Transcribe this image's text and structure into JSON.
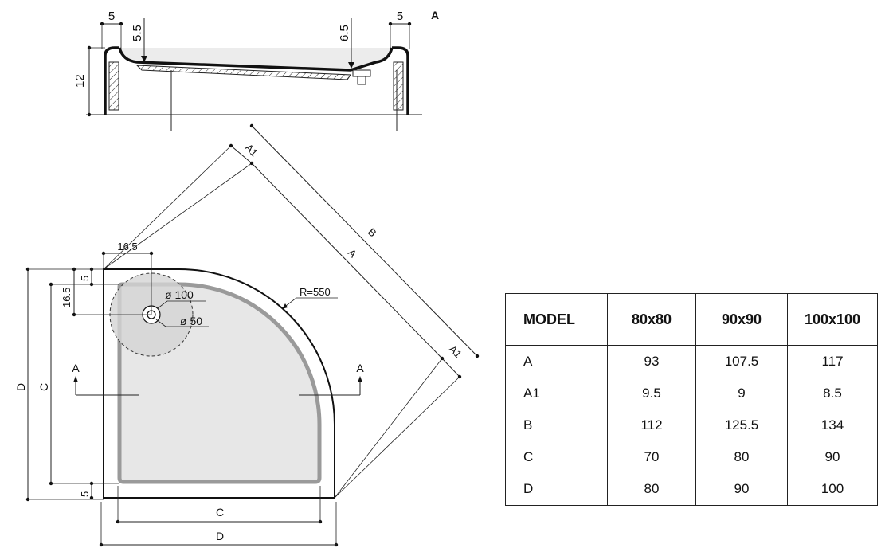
{
  "section": {
    "label": "A",
    "dims": {
      "left": "5",
      "right": "5",
      "slope_left": "5.5",
      "slope_right": "6.5",
      "height": "12"
    }
  },
  "plan": {
    "a1_top": "A1",
    "a1_right": "A1",
    "b": "B",
    "a": "A",
    "radius": "R=550",
    "offset_top": "16.5",
    "offset_side": "16.5",
    "gap_top": "5",
    "gap_bottom": "5",
    "drain_outer": "ø 100",
    "drain_inner": "ø 50",
    "section_mark_left": "A",
    "section_mark_right": "A",
    "c_horizontal": "C",
    "d_horizontal": "D",
    "c_vertical": "C",
    "d_vertical": "D"
  },
  "table": {
    "headers": [
      "MODEL",
      "80x80",
      "90x90",
      "100x100"
    ],
    "rows": [
      [
        "A",
        "93",
        "107.5",
        "117"
      ],
      [
        "A1",
        "9.5",
        "9",
        "8.5"
      ],
      [
        "B",
        "112",
        "125.5",
        "134"
      ],
      [
        "C",
        "70",
        "80",
        "90"
      ],
      [
        "D",
        "80",
        "90",
        "100"
      ]
    ]
  }
}
